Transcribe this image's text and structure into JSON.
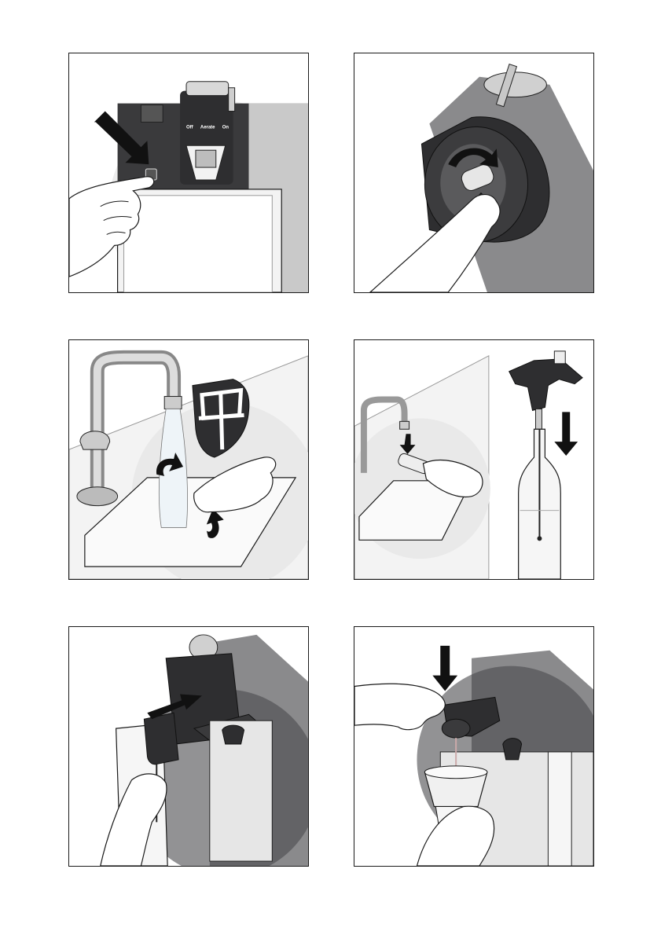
{
  "panels": [
    {
      "id": "p1",
      "labels": {
        "off": "Off",
        "aerate": "Aerate",
        "on": "On"
      }
    },
    {
      "id": "p2"
    },
    {
      "id": "p3"
    },
    {
      "id": "p4"
    },
    {
      "id": "p5"
    },
    {
      "id": "p6"
    }
  ],
  "colors": {
    "dark": "#3a3a3c",
    "mid": "#8a8a8c",
    "light": "#e6e6e6",
    "outline": "#1a1a1a",
    "arrow": "#111111"
  }
}
